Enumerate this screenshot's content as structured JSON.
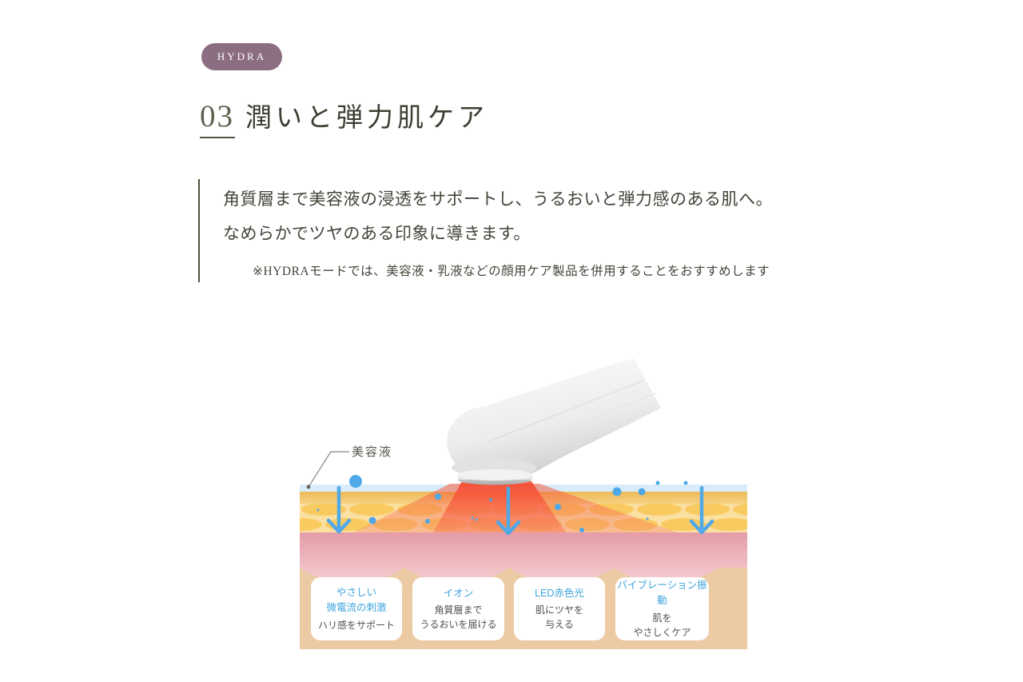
{
  "badge": {
    "label": "HYDRA",
    "bg_color": "#8b6e81"
  },
  "heading": {
    "number": "03",
    "title": "潤いと弾力肌ケア"
  },
  "description": {
    "line1": "角質層まで美容液の浸透をサポートし、うるおいと弾力感のある肌へ。",
    "line2": "なめらかでツヤのある印象に導きます。",
    "note": "※HYDRAモードでは、美容液・乳液などの顔用ケア製品を併用することをおすすめします"
  },
  "illustration": {
    "serum_label": "美容液",
    "features": [
      {
        "title": "やさしい\n微電流の刺激",
        "desc": "ハリ感をサポート"
      },
      {
        "title": "イオン",
        "desc": "角質層まで\nうるおいを届ける"
      },
      {
        "title": "LED赤色光",
        "desc": "肌にツヤを\n与える"
      },
      {
        "title": "バイブレーション振動",
        "desc": "肌を\nやさしくケア"
      }
    ],
    "colors": {
      "serum_blue_layer": "#d8edf9",
      "gold_band": "#f0bf60",
      "cell_background": "#fbe0a2",
      "cell_ellipse": "#f8ca60",
      "dermis_pink": "#e8a2ac",
      "subcutis_beige": "#eccaa3",
      "led_red": "#f5533a",
      "arrow_blue": "#4fa8e8",
      "card_title_blue": "#3da4dc",
      "badge_mauve": "#8b6e81"
    }
  }
}
